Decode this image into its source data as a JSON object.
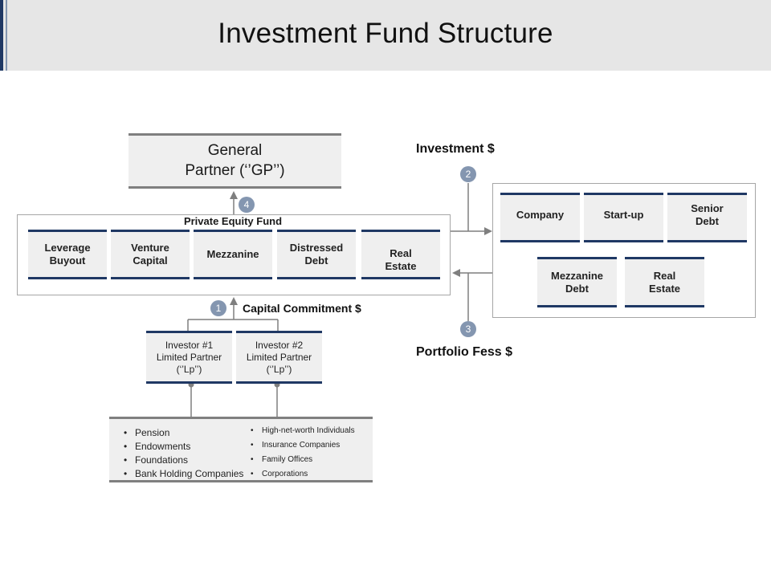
{
  "title": "Investment Fund Structure",
  "general_partner": {
    "line1": "General",
    "line2": "Partner (‘’GP’’)"
  },
  "private_equity_fund": {
    "label": "Private Equity Fund",
    "categories": [
      {
        "line1": "Leverage",
        "line2": "Buyout"
      },
      {
        "line1": "Venture",
        "line2": "Capital"
      },
      {
        "line1": "Mezzanine",
        "line2": ""
      },
      {
        "line1": "Distressed",
        "line2": "Debt"
      },
      {
        "line1": "Real",
        "line2": "Estate"
      }
    ]
  },
  "portfolio": {
    "items": [
      {
        "line1": "Company",
        "line2": ""
      },
      {
        "line1": "Start-up",
        "line2": ""
      },
      {
        "line1": "Senior",
        "line2": "Debt"
      },
      {
        "line1": "Mezzanine",
        "line2": "Debt"
      },
      {
        "line1": "Real",
        "line2": "Estate"
      }
    ]
  },
  "flows": {
    "investment": "Investment $",
    "portfolio_fees": "Portfolio Fess $",
    "capital_commitment": "Capital Commitment $"
  },
  "badges": [
    "1",
    "2",
    "3",
    "4"
  ],
  "investors": [
    {
      "line1": "Investor  #1",
      "line2": "Limited Partner",
      "line3": "(‘’Lp’’)"
    },
    {
      "line1": "Investor  #2",
      "line2": "Limited Partner",
      "line3": "(‘’Lp’’)"
    }
  ],
  "lp_types": {
    "left": [
      "Pension",
      "Endowments",
      "Foundations",
      "Bank Holding Companies"
    ],
    "right": [
      "High-net-worth Individuals",
      "Insurance Companies",
      "Family Offices",
      "Corporations"
    ]
  },
  "colors": {
    "navy": "#1f3864",
    "badge": "#8496b0",
    "line": "#7f7f7f",
    "fill": "#efefef"
  }
}
